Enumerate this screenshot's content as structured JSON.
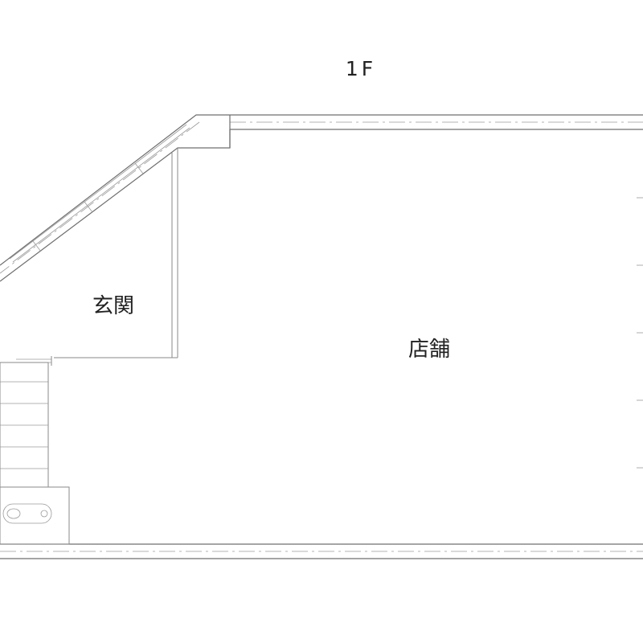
{
  "plan": {
    "floor_label": "1F",
    "rooms": {
      "entrance": "玄関",
      "shop": "店舗"
    }
  }
}
